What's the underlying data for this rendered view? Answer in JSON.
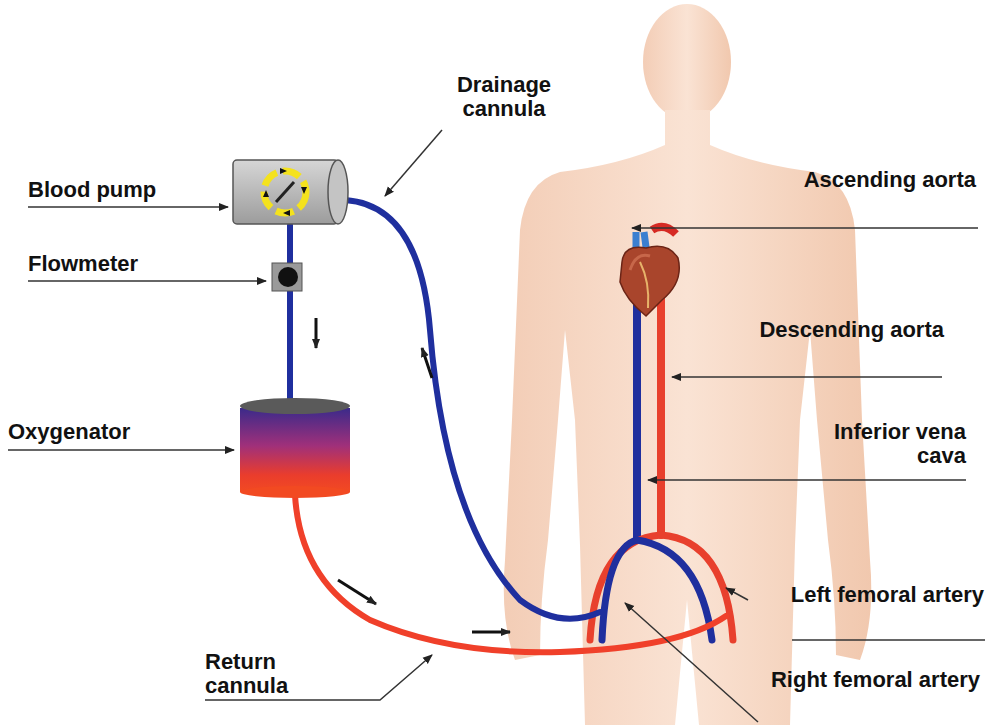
{
  "diagram": {
    "labels": [
      "Drainage cannula",
      "Blood pump",
      "Ascending aorta",
      "Flowmeter",
      "Descending aorta",
      "Oxygenator",
      "Inferior vena cava",
      "Left femoral artery",
      "Return cannula",
      "Right femoral artery"
    ]
  }
}
